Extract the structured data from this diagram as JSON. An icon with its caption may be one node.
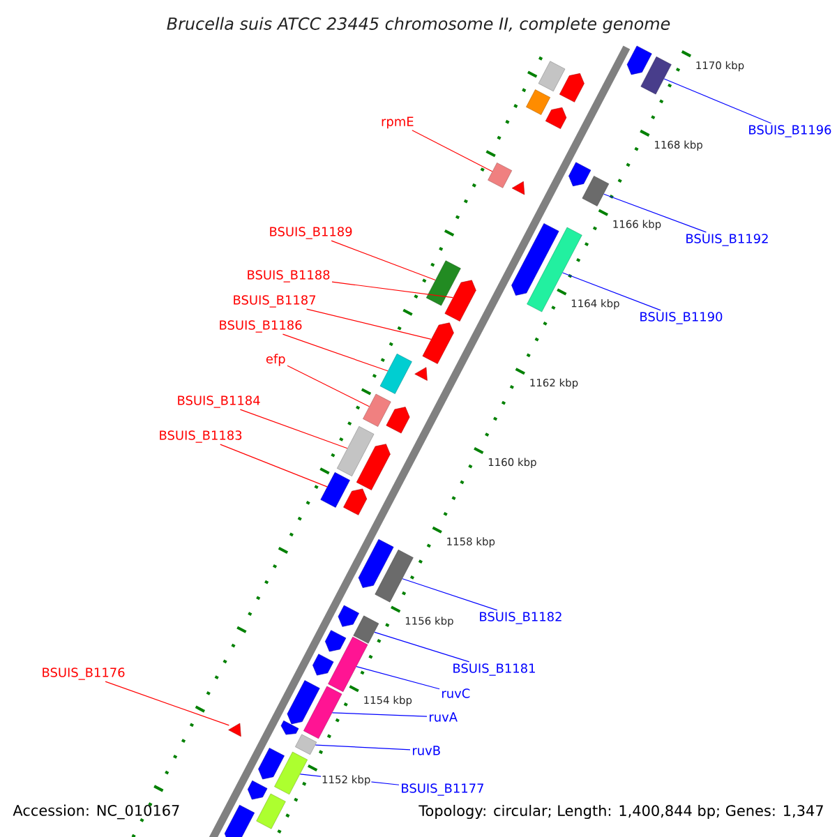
{
  "diagram": {
    "title": "Brucella suis ATCC 23445 chromosome II, complete genome",
    "nodes": [
      {
        "text": [
          "rpmE"
        ]
      },
      {
        "text": [
          "BSUIS_B1196"
        ]
      },
      {
        "text": [
          "BSUIS_B1189"
        ]
      },
      {
        "text": [
          "BSUIS_B1192"
        ]
      },
      {
        "text": [
          "BSUIS_B1188"
        ]
      },
      {
        "text": [
          "BSUIS_B1187"
        ]
      },
      {
        "text": [
          "BSUIS_B1190"
        ]
      },
      {
        "text": [
          "BSUIS_B1186"
        ]
      },
      {
        "text": [
          "efp"
        ]
      },
      {
        "text": [
          "BSUIS_B1184"
        ]
      },
      {
        "text": [
          "BSUIS_B1183"
        ]
      },
      {
        "text": [
          "BSUIS_B1182"
        ]
      },
      {
        "text": [
          "BSUIS_B1181"
        ]
      },
      {
        "text": [
          "BSUIS_B1176"
        ]
      },
      {
        "text": [
          "ruvC"
        ]
      },
      {
        "text": [
          "ruvA"
        ]
      },
      {
        "text": [
          "ruvB"
        ]
      },
      {
        "text": [
          "BSUIS_B1177"
        ]
      },
      {
        "text": [],
        "shape": "bar"
      },
      {
        "text": [],
        "shape": "bar"
      },
      {
        "text": [],
        "shape": "bar"
      },
      {
        "text": [],
        "shape": "bar"
      },
      {
        "text": [],
        "shape": "bar"
      },
      {
        "text": [],
        "shape": "bar"
      },
      {
        "text": [],
        "shape": "bar"
      },
      {
        "text": [],
        "shape": "bar"
      },
      {
        "text": [],
        "shape": "bar"
      },
      {
        "text": [],
        "shape": "bar"
      },
      {
        "text": [],
        "shape": "bar"
      },
      {
        "text": [],
        "shape": "bar"
      },
      {
        "text": [],
        "shape": "bar"
      },
      {
        "text": [],
        "shape": "bar"
      },
      {
        "text": [],
        "shape": "bar"
      },
      {
        "text": [],
        "shape": "bar"
      },
      {
        "text": [],
        "shape": "bar"
      },
      {
        "text": [],
        "shape": "bar"
      },
      {
        "text": [],
        "shape": "bar"
      },
      {
        "text": [],
        "shape": "bar"
      },
      {
        "text": [],
        "shape": "bar"
      },
      {
        "text": [],
        "shape": "bar"
      },
      {
        "text": [],
        "shape": "bar"
      },
      {
        "text": [],
        "shape": "bar"
      },
      {
        "text": [],
        "shape": "bar"
      },
      {
        "text": [],
        "shape": "bar"
      },
      {
        "text": [],
        "shape": "bar"
      },
      {
        "text": [],
        "shape": "bar"
      },
      {
        "text": [],
        "shape": "bar"
      },
      {
        "text": [],
        "shape": "bar"
      },
      {
        "text": [],
        "shape": "bar"
      },
      {
        "text": [],
        "shape": "bar"
      },
      {
        "text": [],
        "shape": "bar"
      },
      {
        "text": [],
        "shape": "bar"
      },
      {
        "text": [],
        "shape": "bar"
      },
      {
        "text": [],
        "shape": "bar"
      },
      {
        "text": [],
        "shape": "bar"
      },
      {
        "text": [],
        "shape": "bar"
      },
      {
        "text": [],
        "shape": "bar"
      },
      {
        "text": [],
        "shape": "bar"
      }
    ],
    "edges": [
      {
        "from": 0,
        "to": 24,
        "arrow": "none",
        "color": "#ff0000"
      },
      {
        "from": 1,
        "to": 19,
        "arrow": "none",
        "color": "#0000ff"
      },
      {
        "from": 2,
        "to": 30,
        "arrow": "none",
        "color": "#ff0000"
      },
      {
        "from": 3,
        "to": 27,
        "arrow": "none",
        "color": "#0000ff"
      },
      {
        "from": 4,
        "to": 31,
        "arrow": "none",
        "color": "#ff0000"
      },
      {
        "from": 5,
        "to": 32,
        "arrow": "none",
        "color": "#ff0000"
      },
      {
        "from": 6,
        "to": 29,
        "arrow": "none",
        "color": "#0000ff"
      },
      {
        "from": 7,
        "to": 34,
        "arrow": "none",
        "color": "#ff0000"
      },
      {
        "from": 8,
        "to": 35,
        "arrow": "none",
        "color": "#ff0000"
      },
      {
        "from": 9,
        "to": 37,
        "arrow": "none",
        "color": "#ff0000"
      },
      {
        "from": 10,
        "to": 39,
        "arrow": "none",
        "color": "#ff0000"
      },
      {
        "from": 11,
        "to": 42,
        "arrow": "none",
        "color": "#0000ff"
      },
      {
        "from": 12,
        "to": 44,
        "arrow": "none",
        "color": "#0000ff"
      },
      {
        "from": 13,
        "to": 51,
        "arrow": "none",
        "color": "#ff0000"
      },
      {
        "from": 14,
        "to": 47,
        "arrow": "none",
        "color": "#0000ff"
      },
      {
        "from": 15,
        "to": 49,
        "arrow": "none",
        "color": "#0000ff"
      },
      {
        "from": 16,
        "to": 52,
        "arrow": "none",
        "color": "#0000ff"
      },
      {
        "from": 17,
        "to": 54,
        "arrow": "none",
        "color": "#0000ff"
      }
    ],
    "labels": [
      "1170 kbp",
      "1168 kbp",
      "1166 kbp",
      "1164 kbp",
      "1162 kbp",
      "1160 kbp",
      "1158 kbp",
      "1156 kbp",
      "1154 kbp",
      "1152 kbp",
      "Accession: NC_010167",
      "Topology: circular; Length: 1,400,844 bp; Genes: 1,347"
    ]
  }
}
